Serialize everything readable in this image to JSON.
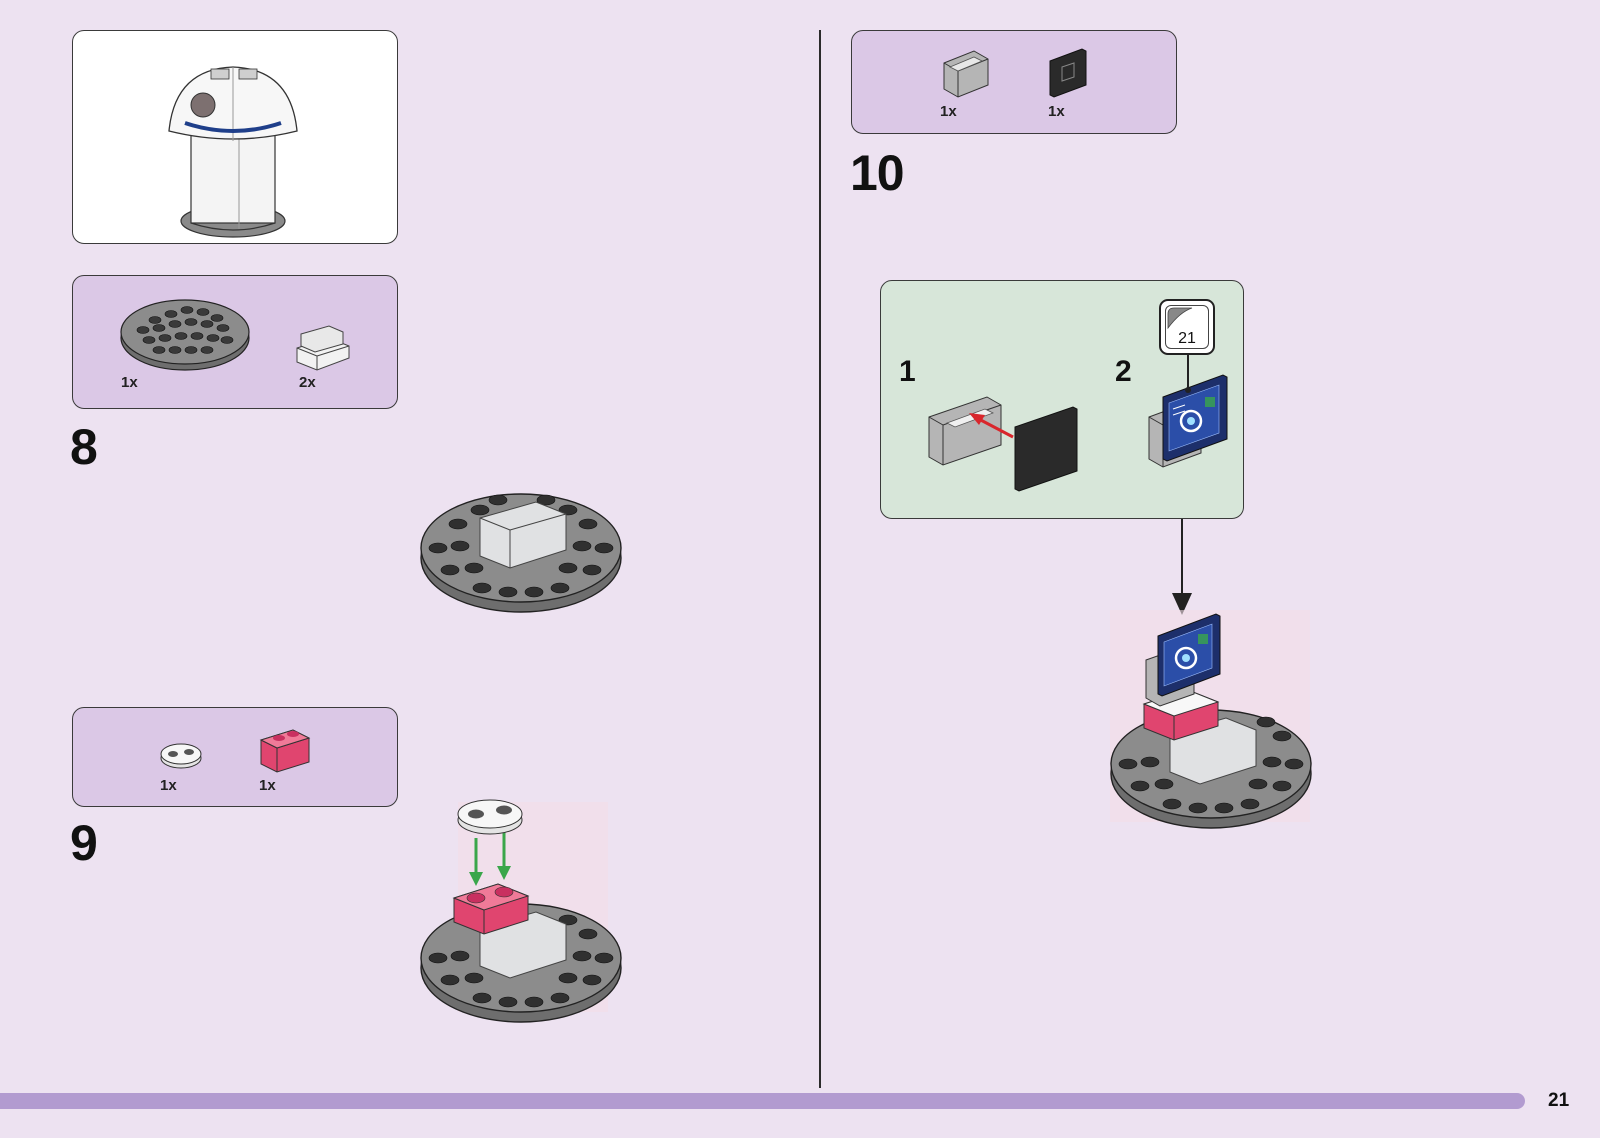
{
  "page": {
    "number": "21"
  },
  "colors": {
    "background": "#ede2f1",
    "parts_box": "#dbc8e6",
    "sub_box": "#d7e6d9",
    "bottom_bar": "#b29bd0",
    "pink_brick": "#e0456f",
    "move_arrow": "#3aa64a",
    "attach_arrow": "#d9262c"
  },
  "preview": {
    "icon": "finished-dome-model-icon"
  },
  "step8": {
    "number": "8",
    "parts": [
      {
        "icon": "round-plate-8x8-dark-grey-icon",
        "qty": "1x"
      },
      {
        "icon": "bench-1x2-transparent-icon",
        "qty": "2x"
      }
    ]
  },
  "step9": {
    "number": "9",
    "parts": [
      {
        "icon": "plate-1x2-white-icon",
        "qty": "1x"
      },
      {
        "icon": "brick-1x2-pink-icon",
        "qty": "1x"
      }
    ]
  },
  "step10": {
    "number": "10",
    "parts": [
      {
        "icon": "slope-panel-light-grey-icon",
        "qty": "1x"
      },
      {
        "icon": "tile-2x2-black-icon",
        "qty": "1x"
      }
    ],
    "substeps": [
      "1",
      "2"
    ],
    "sticker": "21"
  }
}
